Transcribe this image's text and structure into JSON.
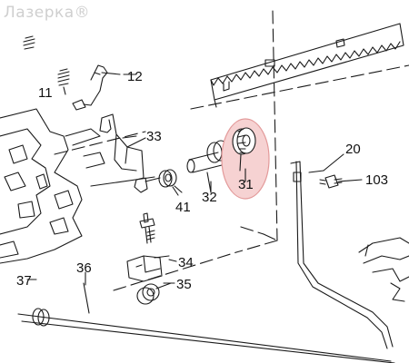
{
  "watermark": "Лазерка®",
  "labels": {
    "p11": "11",
    "p12": "12",
    "p33": "33",
    "p31": "31",
    "p32": "32",
    "p41": "41",
    "p20": "20",
    "p103": "103",
    "p34": "34",
    "p35": "35",
    "p36": "36",
    "p37": "37"
  },
  "colors": {
    "highlight_fill": "#f6d2d2",
    "highlight_stroke": "#e39a9a",
    "line": "#1a1a1a"
  }
}
